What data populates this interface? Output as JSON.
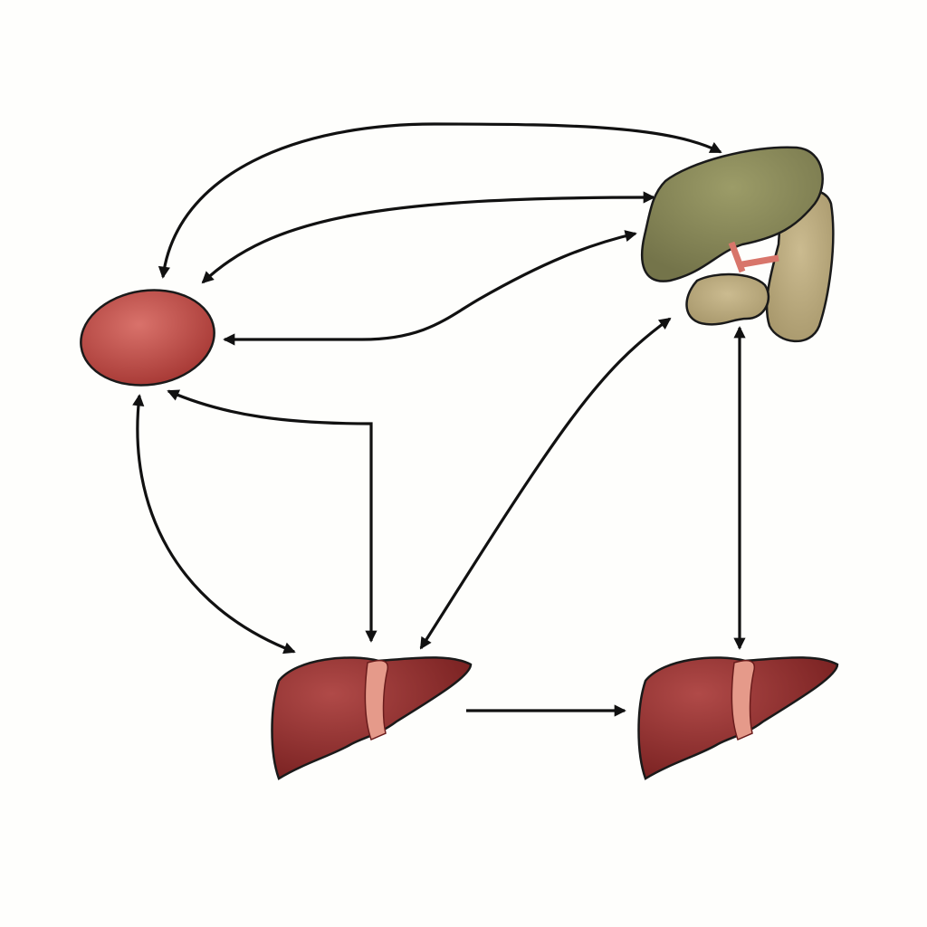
{
  "colors": {
    "background": "#fefefc",
    "oval_organ": "#c24a44",
    "upper_organ": "#8a8a57",
    "upper_organ_lobe": "#b8a77c",
    "vessel": "#d8756a",
    "liver": "#8e2a2a",
    "liver_band": "#e59a8a",
    "arrow": "#111111"
  },
  "nodes": [
    {
      "id": "oval-organ",
      "icon": "oval-organ-icon"
    },
    {
      "id": "upper-right-organ",
      "icon": "stomach-pancreas-organ-icon"
    },
    {
      "id": "liver-left",
      "icon": "liver-icon"
    },
    {
      "id": "liver-right",
      "icon": "liver-icon"
    }
  ],
  "edges": [
    {
      "from": "oval-organ",
      "to": "upper-right-organ",
      "direction": "both"
    },
    {
      "from": "oval-organ",
      "to": "upper-right-organ",
      "direction": "both"
    },
    {
      "from": "oval-organ",
      "to": "upper-right-organ",
      "direction": "both"
    },
    {
      "from": "oval-organ",
      "to": "liver-left",
      "direction": "both"
    },
    {
      "from": "oval-organ",
      "to": "liver-left",
      "direction": "both"
    },
    {
      "from": "upper-right-organ",
      "to": "liver-left",
      "direction": "both"
    },
    {
      "from": "upper-right-organ",
      "to": "liver-right",
      "direction": "both"
    },
    {
      "from": "liver-left",
      "to": "liver-right",
      "direction": "forward"
    }
  ]
}
